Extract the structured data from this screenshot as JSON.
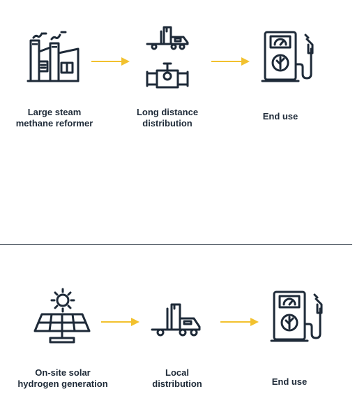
{
  "colors": {
    "line": "#1e2a38",
    "arrow": "#f2c12e",
    "background": "#ffffff"
  },
  "pathways": [
    {
      "steps": [
        {
          "icon": "factory-icon",
          "label_line1": "Large steam",
          "label_line2": "methane reformer"
        },
        {
          "icon": "truck-and-pipeline-valve-icon",
          "label_line1": "Long distance",
          "label_line2": "distribution"
        },
        {
          "icon": "fuel-pump-leaf-icon",
          "label_line1": "End use",
          "label_line2": ""
        }
      ]
    },
    {
      "steps": [
        {
          "icon": "solar-panel-sun-icon",
          "label_line1": "On-site solar",
          "label_line2": "hydrogen generation"
        },
        {
          "icon": "truck-icon",
          "label_line1": "Local",
          "label_line2": "distribution"
        },
        {
          "icon": "fuel-pump-leaf-icon",
          "label_line1": "End use",
          "label_line2": ""
        }
      ]
    }
  ]
}
